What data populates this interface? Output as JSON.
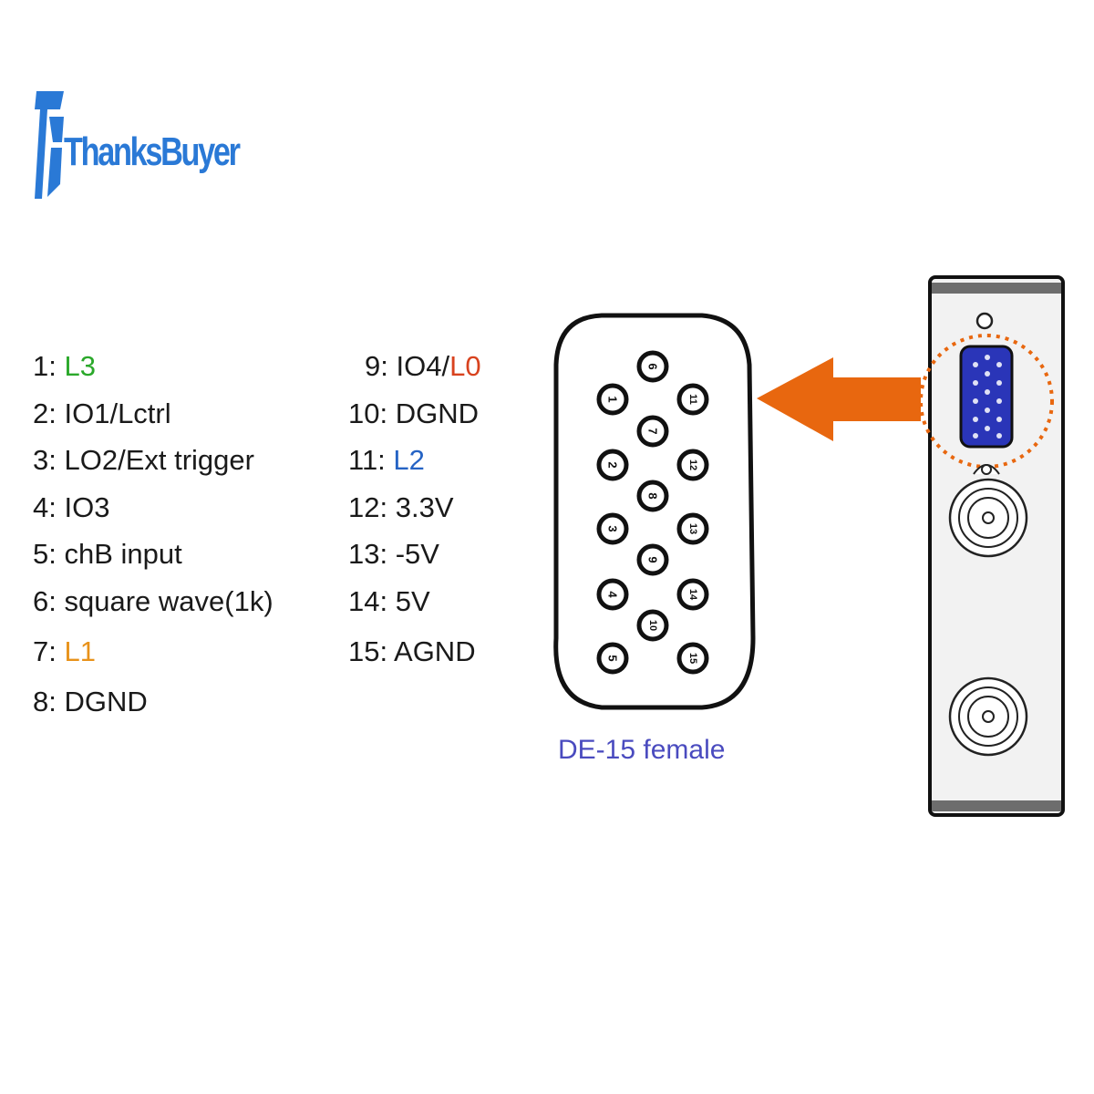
{
  "brand": {
    "name": "ThanksBuyer",
    "color": "#2a79d6"
  },
  "colors": {
    "green": "#2aa82a",
    "red": "#d8421e",
    "blue": "#2563c4",
    "orange": "#e8921a",
    "arrow": "#e8670f",
    "caption": "#4a4bbf"
  },
  "pins_left": [
    {
      "num": "1:",
      "name": "",
      "highlight": "L3",
      "highlight_color": "green"
    },
    {
      "num": "2:",
      "name": "IO1/Lctrl",
      "highlight": "",
      "highlight_color": ""
    },
    {
      "num": "3:",
      "name": "LO2/Ext trigger",
      "highlight": "",
      "highlight_color": ""
    },
    {
      "num": "4:",
      "name": "IO3",
      "highlight": "",
      "highlight_color": ""
    },
    {
      "num": "5:",
      "name": "chB input",
      "highlight": "",
      "highlight_color": ""
    },
    {
      "num": "6:",
      "name": "square wave(1k)",
      "highlight": "",
      "highlight_color": ""
    },
    {
      "num": "7:",
      "name": "",
      "highlight": "L1",
      "highlight_color": "orange"
    },
    {
      "num": "8:",
      "name": "DGND",
      "highlight": "",
      "highlight_color": ""
    }
  ],
  "pins_right": [
    {
      "num": "9:",
      "name": "IO4/",
      "highlight": "L0",
      "highlight_color": "red"
    },
    {
      "num": "10:",
      "name": "DGND",
      "highlight": "",
      "highlight_color": ""
    },
    {
      "num": "11:",
      "name": "",
      "highlight": "L2",
      "highlight_color": "blue"
    },
    {
      "num": "12:",
      "name": "3.3V",
      "highlight": "",
      "highlight_color": ""
    },
    {
      "num": "13:",
      "name": "-5V",
      "highlight": "",
      "highlight_color": ""
    },
    {
      "num": "14:",
      "name": "5V",
      "highlight": "",
      "highlight_color": ""
    },
    {
      "num": "15:",
      "name": "AGND",
      "highlight": "",
      "highlight_color": ""
    }
  ],
  "connector": {
    "caption": "DE-15 female",
    "pin_labels": [
      "1",
      "2",
      "3",
      "4",
      "5",
      "6",
      "7",
      "8",
      "9",
      "10",
      "11",
      "12",
      "13",
      "14",
      "15"
    ]
  }
}
